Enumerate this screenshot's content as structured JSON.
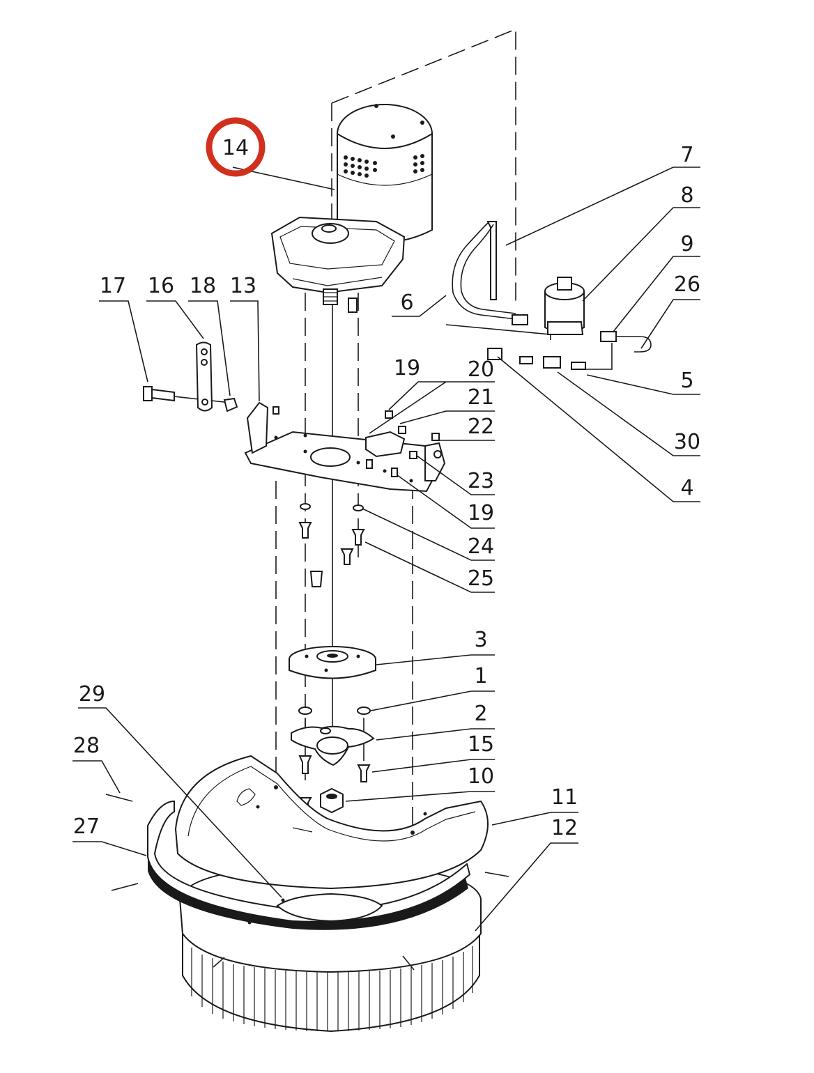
{
  "highlight": {
    "callout": "14",
    "ring_color": "#d2301e"
  },
  "callouts": [
    {
      "id": "c14",
      "text": "14"
    },
    {
      "id": "c7",
      "text": "7"
    },
    {
      "id": "c8",
      "text": "8"
    },
    {
      "id": "c9",
      "text": "9"
    },
    {
      "id": "c26",
      "text": "26"
    },
    {
      "id": "c6",
      "text": "6"
    },
    {
      "id": "c17",
      "text": "17"
    },
    {
      "id": "c16",
      "text": "16"
    },
    {
      "id": "c18",
      "text": "18"
    },
    {
      "id": "c13",
      "text": "13"
    },
    {
      "id": "c19a",
      "text": "19"
    },
    {
      "id": "c20",
      "text": "20"
    },
    {
      "id": "c21",
      "text": "21"
    },
    {
      "id": "c22",
      "text": "22"
    },
    {
      "id": "c5",
      "text": "5"
    },
    {
      "id": "c30",
      "text": "30"
    },
    {
      "id": "c4",
      "text": "4"
    },
    {
      "id": "c23",
      "text": "23"
    },
    {
      "id": "c19b",
      "text": "19"
    },
    {
      "id": "c24",
      "text": "24"
    },
    {
      "id": "c25",
      "text": "25"
    },
    {
      "id": "c3",
      "text": "3"
    },
    {
      "id": "c1",
      "text": "1"
    },
    {
      "id": "c2",
      "text": "2"
    },
    {
      "id": "c15",
      "text": "15"
    },
    {
      "id": "c10",
      "text": "10"
    },
    {
      "id": "c11",
      "text": "11"
    },
    {
      "id": "c12",
      "text": "12"
    },
    {
      "id": "c29",
      "text": "29"
    },
    {
      "id": "c28",
      "text": "28"
    },
    {
      "id": "c27",
      "text": "27"
    }
  ]
}
